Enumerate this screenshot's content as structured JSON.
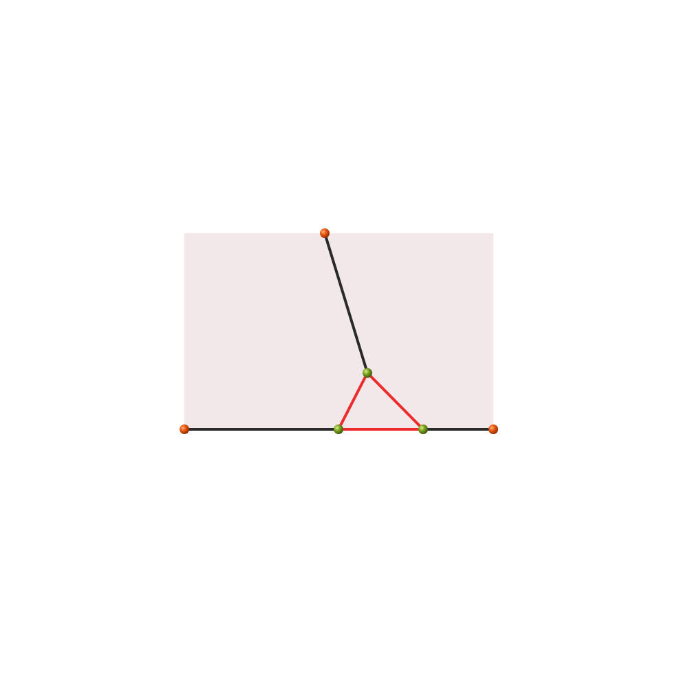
{
  "colors": {
    "background": "#ffffff",
    "region_fill": "#f2e8e9",
    "black_edge": "#2a2a2a",
    "red_edge": "#ee2a2a",
    "orange_node": "#e8560f",
    "green_node": "#7aa020"
  },
  "edges": [
    {
      "name": "left-base-edge",
      "color": "black",
      "from": "orange-node-left",
      "to": "green-node-base-left"
    },
    {
      "name": "right-base-edge",
      "color": "black",
      "from": "green-node-base-right",
      "to": "orange-node-right"
    },
    {
      "name": "vertical-edge",
      "color": "black",
      "from": "orange-node-top",
      "to": "green-node-apex"
    },
    {
      "name": "triangle-left-edge",
      "color": "red",
      "from": "green-node-base-left",
      "to": "green-node-apex"
    },
    {
      "name": "triangle-right-edge",
      "color": "red",
      "from": "green-node-apex",
      "to": "green-node-base-right"
    },
    {
      "name": "triangle-base-edge",
      "color": "red",
      "from": "green-node-base-left",
      "to": "green-node-base-right"
    }
  ],
  "nodes": [
    {
      "name": "orange-node-top",
      "color": "orange"
    },
    {
      "name": "orange-node-left",
      "color": "orange"
    },
    {
      "name": "orange-node-right",
      "color": "orange"
    },
    {
      "name": "green-node-apex",
      "color": "green"
    },
    {
      "name": "green-node-base-left",
      "color": "green"
    },
    {
      "name": "green-node-base-right",
      "color": "green"
    }
  ]
}
